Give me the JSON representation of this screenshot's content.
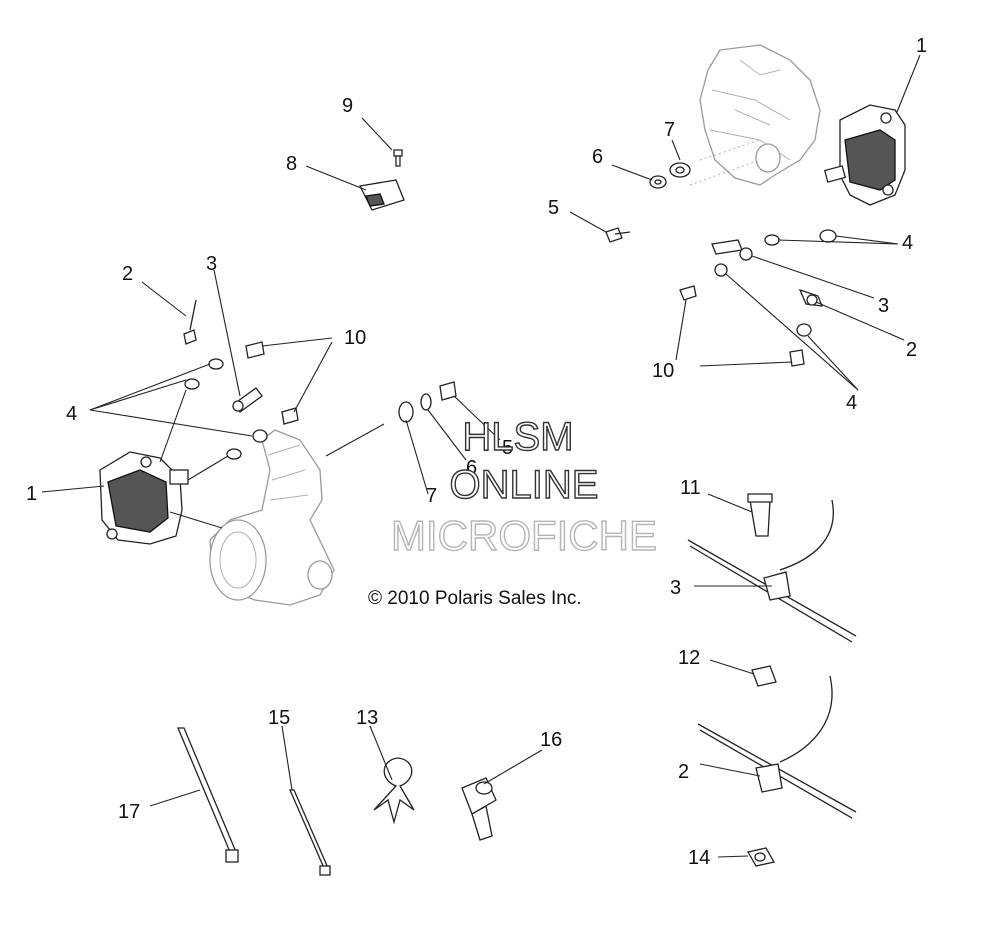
{
  "callouts": {
    "n1": "1",
    "n2": "2",
    "n3": "3",
    "n4": "4",
    "n5": "5",
    "n6": "6",
    "n7": "7",
    "n8": "8",
    "n9": "9",
    "n10": "10",
    "n11": "11",
    "n12": "12",
    "n13": "13",
    "n14": "14",
    "n15": "15",
    "n16": "16",
    "n17": "17"
  },
  "watermark": {
    "line1": "HLSM",
    "line2": "ONLINE",
    "line3": "MICROFICHE"
  },
  "copyright": "© 2010 Polaris Sales Inc.",
  "colors": {
    "line": "#222222",
    "ghost": "#9a9a9a",
    "background": "#ffffff"
  }
}
